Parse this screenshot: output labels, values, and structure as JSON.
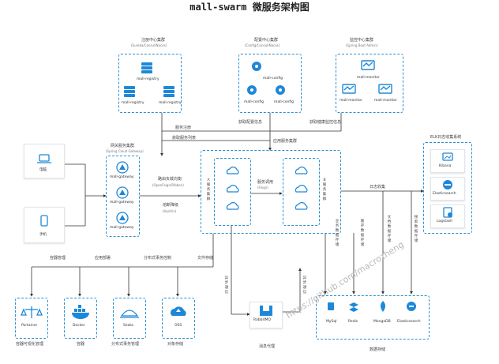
{
  "title": "mall-swarm 微服务架构图",
  "registry": {
    "title": "注册中心集群",
    "subtitle": "(Eureka/Consul/Nacos)",
    "nodes": [
      "mall-registry",
      "mall-registry",
      "mall-registry"
    ]
  },
  "config": {
    "title": "配置中心集群",
    "subtitle": "(Config/Consul/Nacos)",
    "nodes": [
      "mall-config",
      "mall-config",
      "mall-config"
    ]
  },
  "monitor": {
    "title": "监控中心集群",
    "subtitle": "(Spring Boot Admin)",
    "nodes": [
      "mall-monitor",
      "mall-monitor",
      "mall-monitor"
    ]
  },
  "clients": {
    "pc": "电脑",
    "mobile": "手机"
  },
  "gateway": {
    "title": "网关服务集群",
    "subtitle": "(Spring Cloud Gateway)",
    "nodes": [
      "mall-gateway",
      "mall-gateway",
      "mall-gateway"
    ]
  },
  "elk": {
    "title": "ELK日志收集系统",
    "nodes": [
      "Kibana",
      "Elasticsearch",
      "Logstash"
    ]
  },
  "edges": {
    "service_register": "服务注册",
    "get_service_list": "获取服务列表",
    "get_config": "获取配置信息",
    "get_health": "获取健康监控信息",
    "app_service_cluster": "应用服务集群",
    "route_lb": "路由负载均衡",
    "route_lb_sub": "(OpenFeign/Ribbon)",
    "circuit": "熔断降级",
    "circuit_sub": "(Hystrix)",
    "service_call": "服务调用",
    "service_call_sub": "(Feign)",
    "log_collect": "日志收集",
    "container_mgmt": "容器管理",
    "app_deploy": "应用部署",
    "dist_tx": "分布式事务控制",
    "file_store": "文件存储",
    "async_comm_1": "异步通信",
    "async_comm_2": "异步通信",
    "biz_data": "业务数据存储",
    "cache_data": "缓存数据存储",
    "doc_data": "文档数据存储",
    "search_data": "搜索数据存储"
  },
  "services": {
    "left_label": "A服务集群",
    "right_label": "B服务集群"
  },
  "tools": [
    {
      "name": "Portainer",
      "caption": "容器可视化管理"
    },
    {
      "name": "Docker",
      "caption": "容器"
    },
    {
      "name": "Seata",
      "caption": "分布式事务管理"
    },
    {
      "name": "OSS",
      "caption": "对象存储"
    }
  ],
  "mq": {
    "name": "RabbitMQ",
    "caption": "消息代理"
  },
  "storage": {
    "caption": "数据存储",
    "nodes": [
      "MySql",
      "Redis",
      "MongoDB",
      "Elasticsearch"
    ]
  },
  "watermark": "https://github.com/macrozheng",
  "colors": {
    "accent": "#1e88d8",
    "border": "#2a8fd0"
  }
}
